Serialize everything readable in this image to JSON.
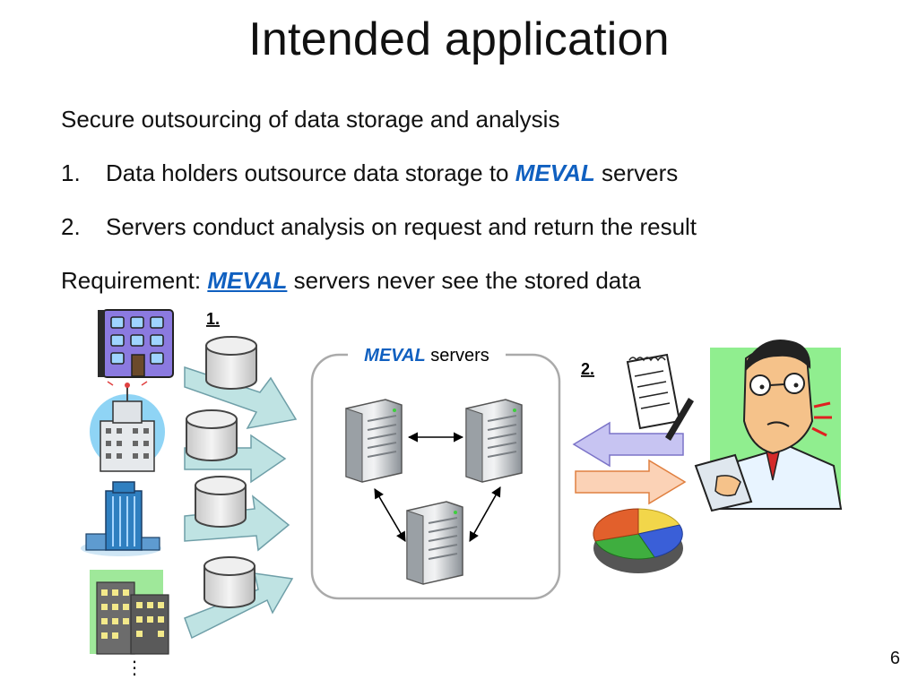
{
  "slide": {
    "title": "Intended application",
    "subtitle": "Secure outsourcing of data storage and analysis",
    "steps": [
      {
        "num": "1.",
        "pre": "Data holders outsource data storage to ",
        "emph": "MEVAL",
        "post": " servers"
      },
      {
        "num": "2.",
        "pre": "Servers conduct analysis on request and return the result",
        "emph": "",
        "post": ""
      }
    ],
    "requirement": {
      "pre": "Requirement: ",
      "emph": "MEVAL",
      "post": " servers never see the stored data"
    },
    "page_number": "6"
  },
  "diagram": {
    "step1_tag": "1.",
    "step2_tag": "2.",
    "servers_label_emph": "MEVAL",
    "servers_label_rest": " servers",
    "ellipsis": "⋮"
  },
  "colors": {
    "accent": "#1060c0",
    "arrow_teal": "#bfe3e3",
    "arrow_blue": "#c7c4f2",
    "arrow_orange": "#fbd2b6",
    "panel_green": "#90ee8f"
  },
  "icons": [
    "office-building-icon",
    "headquarters-building-icon",
    "skyscraper-icon",
    "apartment-building-icon",
    "database-icon",
    "server-icon",
    "document-icon",
    "pie-chart-icon",
    "analyst-person-icon"
  ]
}
